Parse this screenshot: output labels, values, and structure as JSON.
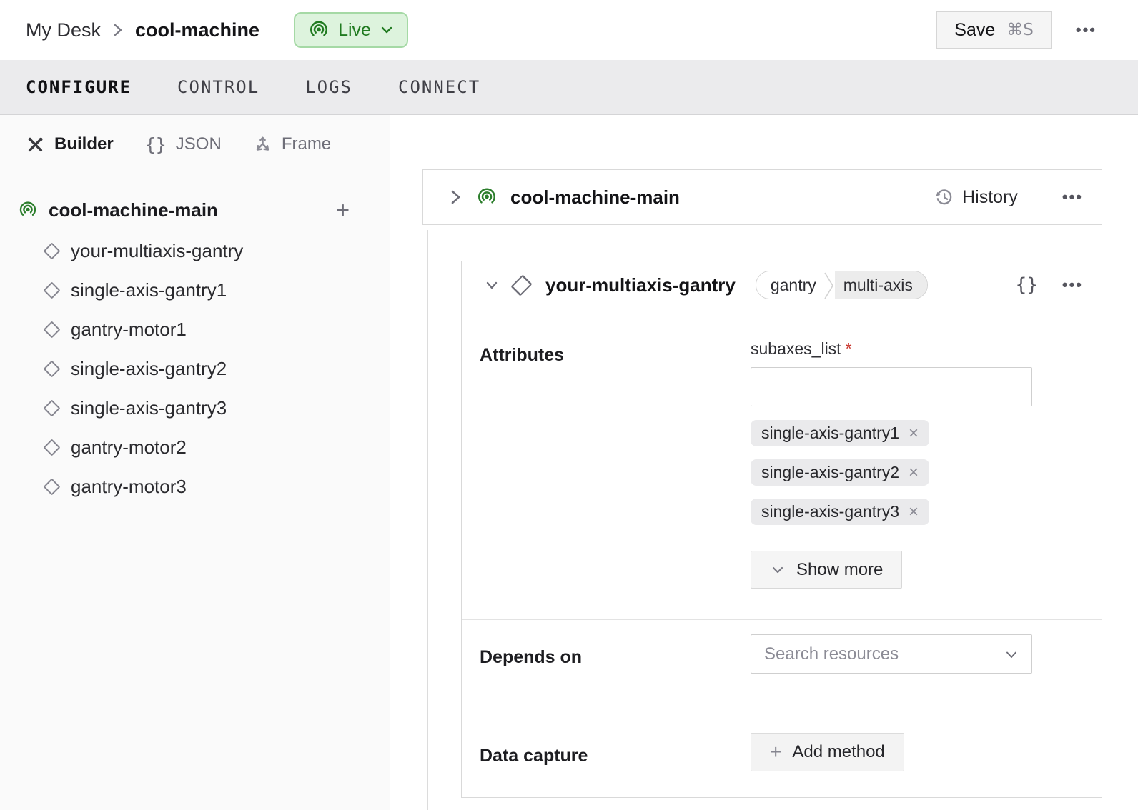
{
  "header": {
    "breadcrumb": {
      "parent": "My Desk",
      "current": "cool-machine"
    },
    "status": {
      "label": "Live"
    },
    "save": {
      "label": "Save",
      "shortcut": "⌘S"
    }
  },
  "nav_tabs": [
    {
      "label": "CONFIGURE",
      "active": true
    },
    {
      "label": "CONTROL",
      "active": false
    },
    {
      "label": "LOGS",
      "active": false
    },
    {
      "label": "CONNECT",
      "active": false
    }
  ],
  "sidebar": {
    "view_tabs": [
      {
        "label": "Builder",
        "active": true
      },
      {
        "label": "JSON",
        "active": false
      },
      {
        "label": "Frame",
        "active": false
      }
    ],
    "root_label": "cool-machine-main",
    "items": [
      "your-multiaxis-gantry",
      "single-axis-gantry1",
      "gantry-motor1",
      "single-axis-gantry2",
      "single-axis-gantry3",
      "gantry-motor2",
      "gantry-motor3"
    ]
  },
  "main": {
    "machine_card": {
      "title": "cool-machine-main",
      "history_label": "History"
    },
    "resource_card": {
      "title": "your-multiaxis-gantry",
      "tags": [
        "gantry",
        "multi-axis"
      ],
      "attributes": {
        "heading": "Attributes",
        "field_label": "subaxes_list",
        "required_mark": "*",
        "input_value": "",
        "chips": [
          {
            "label": "single-axis-gantry1",
            "remove": "×"
          },
          {
            "label": "single-axis-gantry2",
            "remove": "×"
          },
          {
            "label": "single-axis-gantry3",
            "remove": "×"
          }
        ],
        "show_more_label": "Show more"
      },
      "depends_on": {
        "heading": "Depends on",
        "placeholder": "Search resources"
      },
      "data_capture": {
        "heading": "Data capture",
        "add_method_label": "Add method"
      }
    }
  },
  "icons": {
    "braces": "{}",
    "ellipsis": "•••",
    "plus": "+"
  },
  "colors": {
    "accent_green": "#217b21",
    "live_bg": "#ddf3dd",
    "live_border": "#a5d9a5",
    "tabbar_bg": "#ebebed",
    "card_border": "#d9d9d9",
    "chip_bg": "#eaeaec",
    "required_red": "#c9342c"
  }
}
